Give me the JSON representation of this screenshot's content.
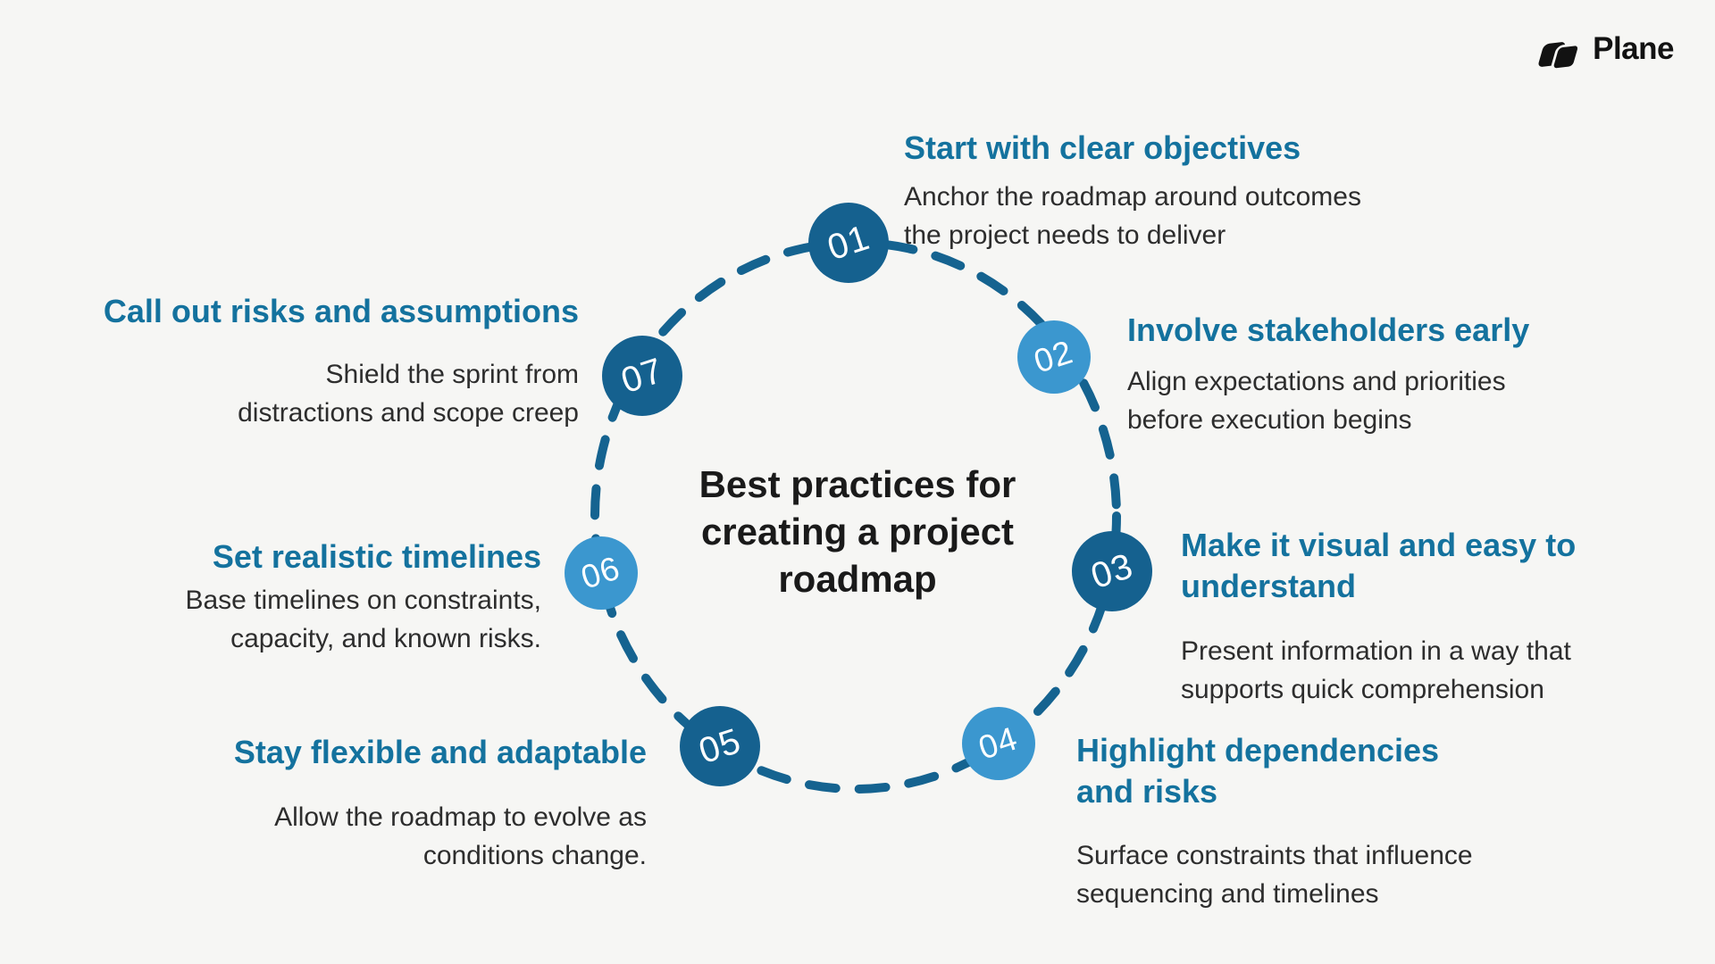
{
  "logo": {
    "text": "Plane",
    "icon": "plane-logomark"
  },
  "title": {
    "text": "Best practices for\ncreating a project\nroadmap"
  },
  "colors": {
    "background": "#f6f6f4",
    "heading": "#14729e",
    "body_text": "#2d2d2d",
    "title": "#1a1a1a",
    "dark_circle": "#15618f",
    "light_circle": "#3b97cf",
    "dash": "#156390",
    "circle_number": "#ffffff",
    "logo": "#121212"
  },
  "steps": [
    {
      "number": "01",
      "tone": "dark",
      "heading": "Start with clear objectives",
      "body": "Anchor the roadmap around outcomes\nthe project needs to deliver"
    },
    {
      "number": "02",
      "tone": "light",
      "heading": "Involve stakeholders early",
      "body": "Align expectations and priorities\nbefore execution begins"
    },
    {
      "number": "03",
      "tone": "dark",
      "heading": "Make it visual and easy to\nunderstand",
      "body": "Present information in a way that\nsupports quick comprehension"
    },
    {
      "number": "04",
      "tone": "light",
      "heading": "Highlight dependencies\nand risks",
      "body": "Surface constraints that influence\nsequencing and timelines"
    },
    {
      "number": "05",
      "tone": "dark",
      "heading": "Stay flexible and adaptable",
      "body": "Allow the roadmap to evolve as\nconditions change."
    },
    {
      "number": "06",
      "tone": "light",
      "heading": "Set realistic timelines",
      "body": "Base timelines on constraints,\ncapacity, and known risks."
    },
    {
      "number": "07",
      "tone": "dark",
      "heading": "Call out risks and assumptions",
      "body": "Shield the sprint from\ndistractions and scope creep"
    }
  ]
}
